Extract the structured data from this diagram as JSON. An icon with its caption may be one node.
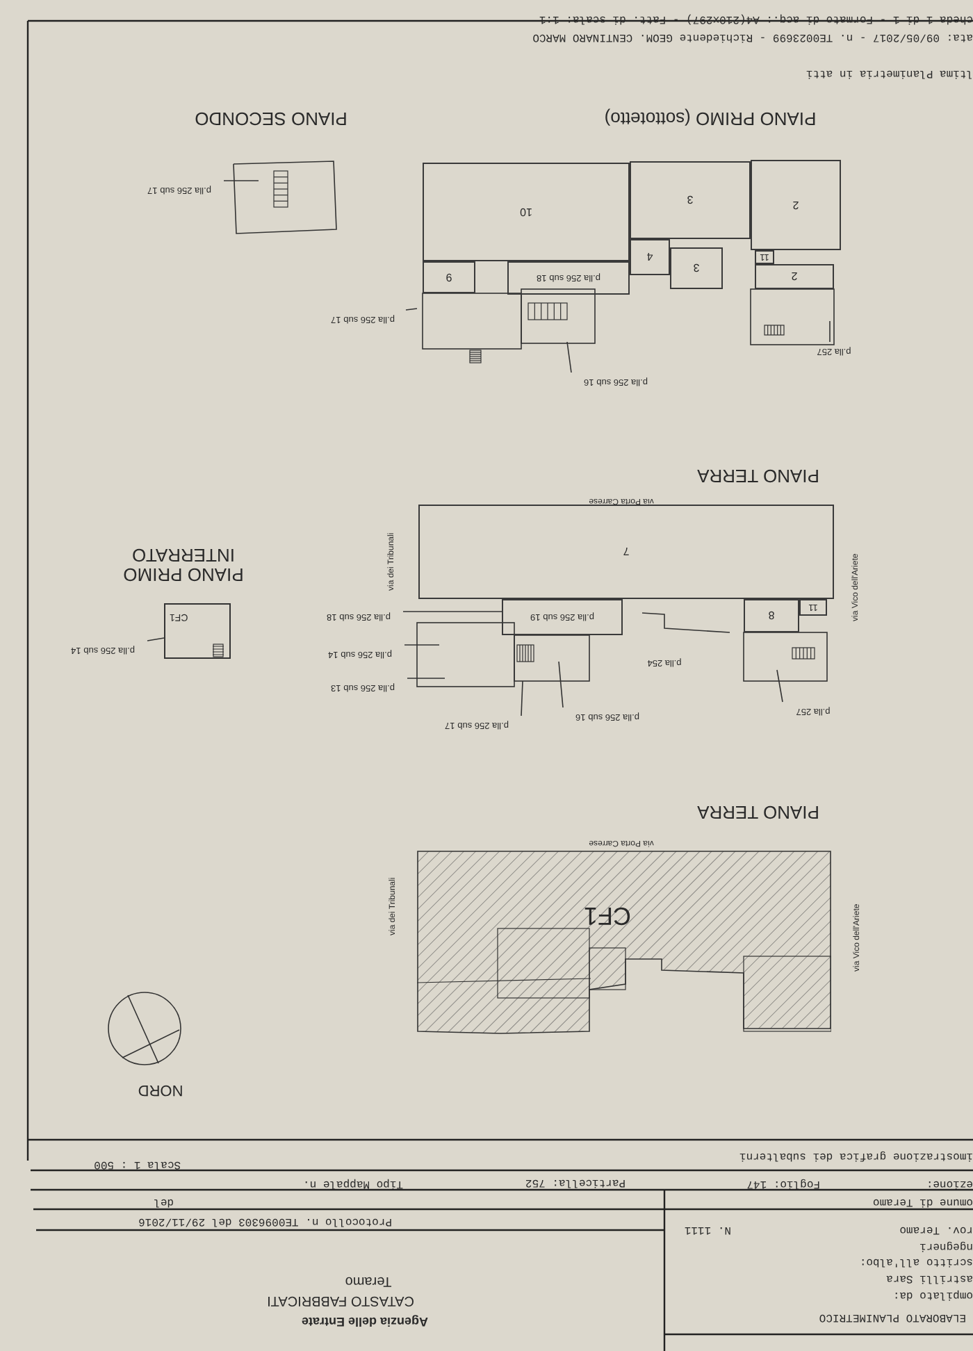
{
  "diagram": {
    "nodes": [
      {
        "text": [
          "10"
        ]
      },
      {
        "text": [
          "3"
        ]
      },
      {
        "text": [
          "4"
        ]
      },
      {
        "text": [
          "3"
        ]
      },
      {
        "text": [
          "2"
        ]
      },
      {
        "text": [
          "11"
        ]
      },
      {
        "text": [
          "9"
        ]
      },
      {
        "text": [
          "p.lla 256 sub 18"
        ]
      },
      {
        "text": [
          "2"
        ]
      },
      {
        "text": [
          "p.lla 256 sub 17"
        ]
      },
      {
        "text": [
          "p.lla 256 sub 16"
        ]
      },
      {
        "text": [
          "p.lla 257"
        ]
      },
      {
        "text": [
          "p.lla 256 sub 17"
        ]
      },
      {
        "text": [
          "7"
        ]
      },
      {
        "text": [
          "p.lla 256 sub 19"
        ]
      },
      {
        "text": [
          "11"
        ]
      },
      {
        "text": [
          "8"
        ]
      },
      {
        "text": [
          "p.lla 256 sub 18"
        ]
      },
      {
        "text": [
          "p.lla 256 sub 14"
        ]
      },
      {
        "text": [
          "p.lla 256 sub 13"
        ]
      },
      {
        "text": [
          "p.lla 256 sub 17"
        ]
      },
      {
        "text": [
          "p.lla 256 sub 16"
        ]
      },
      {
        "text": [
          "p.lla 257"
        ]
      },
      {
        "text": [
          "CF1"
        ]
      },
      {
        "text": [
          "p.lla 256 sub 14"
        ]
      },
      {
        "text": [
          "CF1"
        ]
      }
    ],
    "edges": [
      {
        "from": 9,
        "to": null,
        "arrow": "none"
      },
      {
        "from": 10,
        "to": null,
        "arrow": "none"
      },
      {
        "from": 11,
        "to": null,
        "arrow": "none"
      },
      {
        "from": 12,
        "to": null,
        "arrow": "none"
      },
      {
        "from": 17,
        "to": 14,
        "arrow": "none"
      },
      {
        "from": 18,
        "to": null,
        "arrow": "none"
      },
      {
        "from": 19,
        "to": null,
        "arrow": "none"
      },
      {
        "from": 20,
        "to": null,
        "arrow": "none"
      },
      {
        "from": 21,
        "to": null,
        "arrow": "none"
      },
      {
        "from": 22,
        "to": null,
        "arrow": "none"
      },
      {
        "from": 24,
        "to": 23,
        "arrow": "none"
      }
    ],
    "labels": [
      "ELABORATO PLANIMETRICO",
      "ompilato da:",
      "astrilli Sara",
      "scritto all'albo:",
      "ngegneri",
      "rov. Teramo",
      "N. 1111",
      "Agenzia delle Entrate",
      "CATASTO FABBRICATI",
      "Teramo",
      "omune di Teramo",
      "Protocollo n. TE0096303 del 29/11/2016",
      "ezione:",
      "Foglio: 147",
      "Particella: 752",
      "Tipo Mappale n.",
      "del",
      "Scala 1 : 500",
      "imostrazione grafica dei subalterni",
      "NORD",
      "via Vico dell'Ariete",
      "via dei Tribunali",
      "via Porta Carrese",
      "PIANO TERRA",
      "via Vico dell'Ariete",
      "p.lla 254",
      "via dei Tribunali",
      "via Porta Carrese",
      "PIANO TERRA",
      "PIANO PRIMO INTERRATO",
      "PIANO PRIMO (sottotetto)",
      "PIANO SECONDO",
      "ltima Planimetria in atti",
      "ata: 09/05/2017 - n. TE0023699 - Richiedente GEOM. CENTINARO MARCO",
      "cheda 1 di 1 - Formato di acq.: A4(210x297) - Fatt. di scala: 1:1"
    ]
  }
}
